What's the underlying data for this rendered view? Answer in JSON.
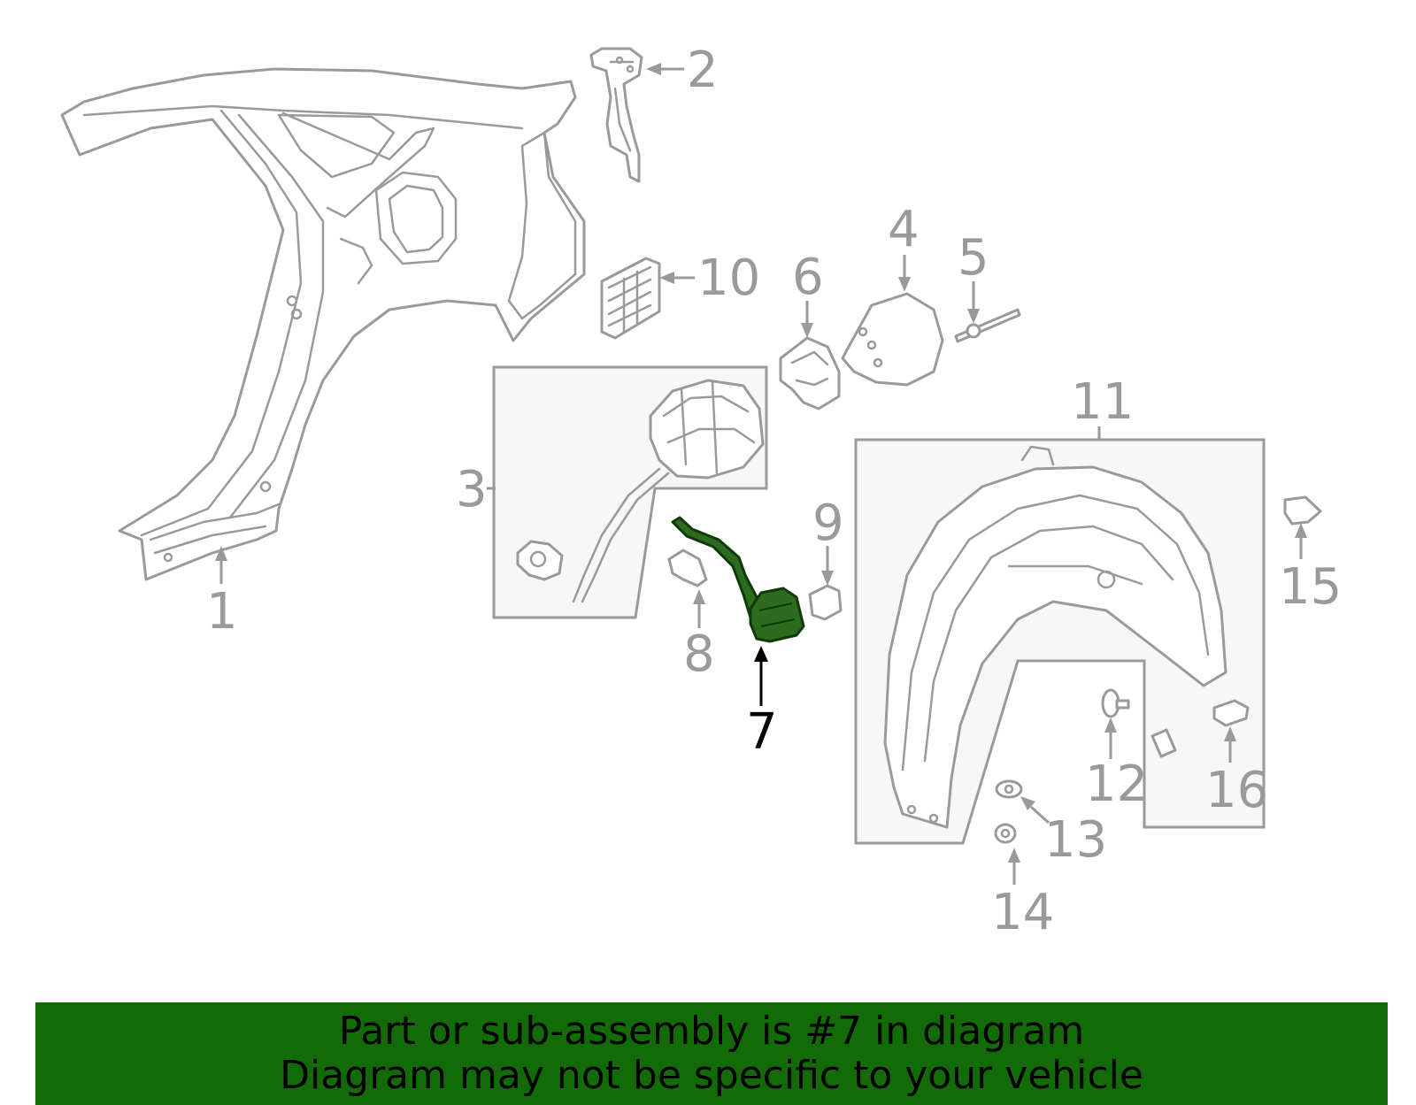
{
  "diagram": {
    "callouts": [
      "1",
      "2",
      "3",
      "4",
      "5",
      "6",
      "7",
      "8",
      "9",
      "10",
      "11",
      "12",
      "13",
      "14",
      "15",
      "16"
    ],
    "highlighted_callout": "7",
    "highlight_color": "#2d6b1f",
    "line_color": "#9a9a9a"
  },
  "banner": {
    "line1": "Part or sub-assembly is #7 in diagram",
    "line2": "Diagram may not be specific to your vehicle",
    "background": "#136b08"
  }
}
